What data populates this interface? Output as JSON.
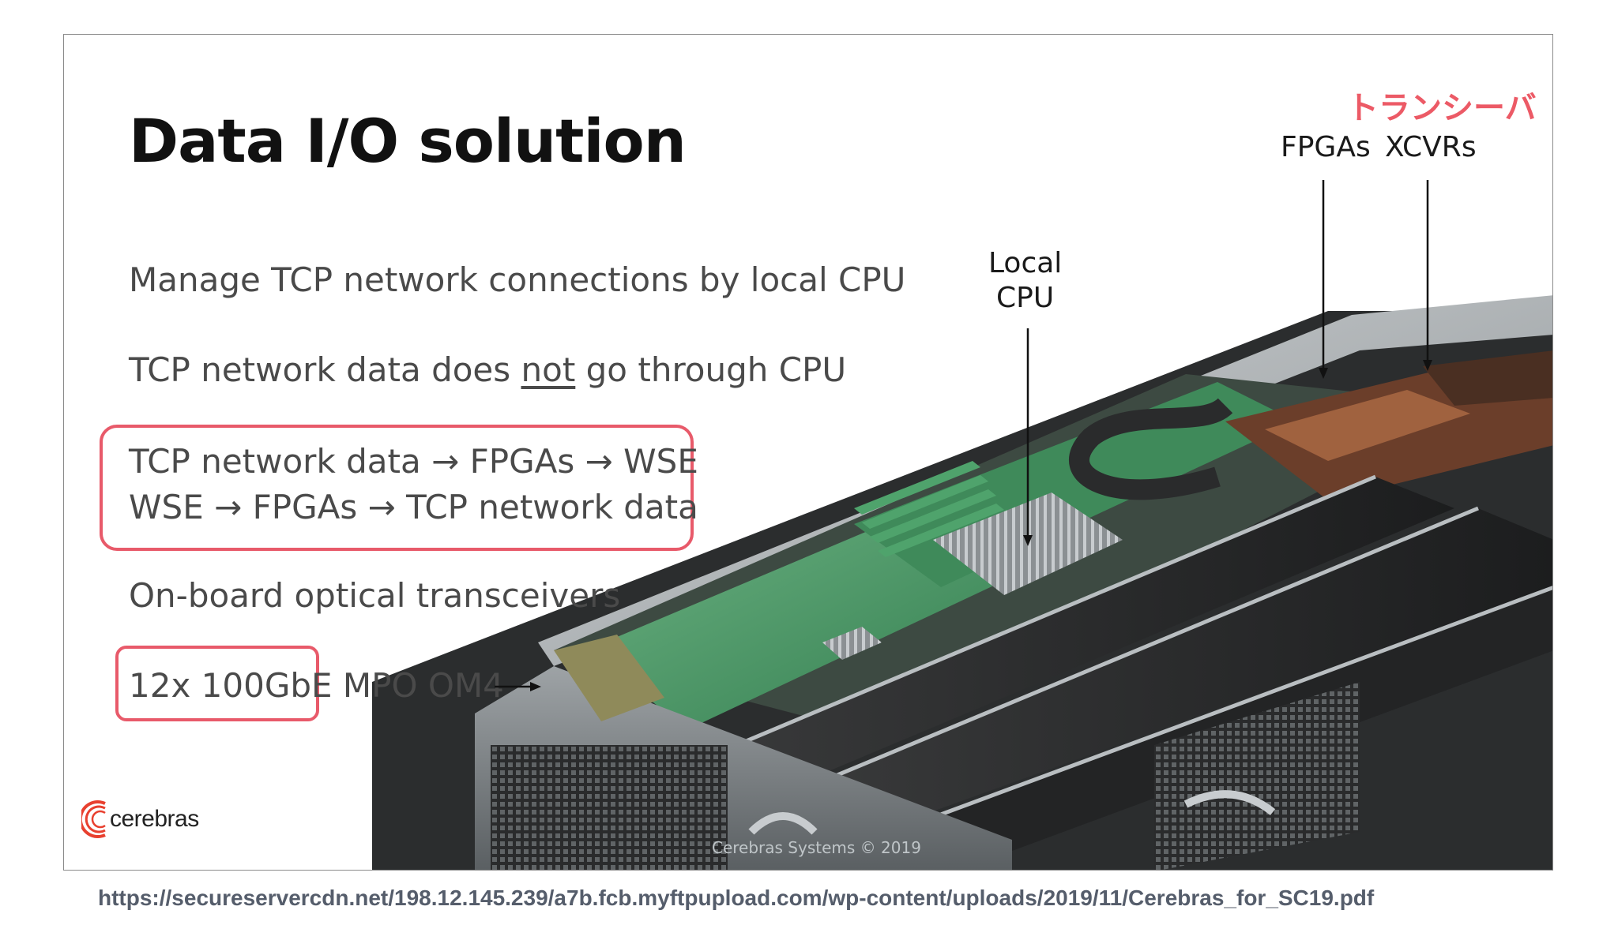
{
  "slide": {
    "title": "Data I/O solution",
    "bullets": {
      "b1": "Manage TCP network connections by local CPU",
      "b2_pre": "TCP network data does ",
      "b2_em": "not",
      "b2_post": " go through CPU",
      "b3_line1": "TCP network data → FPGAs → WSE",
      "b3_line2": "WSE → FPGAs → TCP network data",
      "b4": "On-board optical transceivers",
      "b5": "12x 100GbE MPO OM4"
    },
    "callouts": {
      "local_cpu_line1": "Local",
      "local_cpu_line2": "CPU",
      "fpgas": "FPGAs",
      "xcvrs": "XCVRs",
      "xcvrs_japanese": "トランシーバ"
    },
    "logo_text": "cerebras",
    "copyright": "Cerebras Systems © 2019",
    "highlight_color": "#e85a6a",
    "japanese_label_color": "#ec5a66"
  },
  "source_url": "https://secureservercdn.net/198.12.145.239/a7b.fcb.myftpupload.com/wp-content/uploads/2019/11/Cerebras_for_SC19.pdf"
}
